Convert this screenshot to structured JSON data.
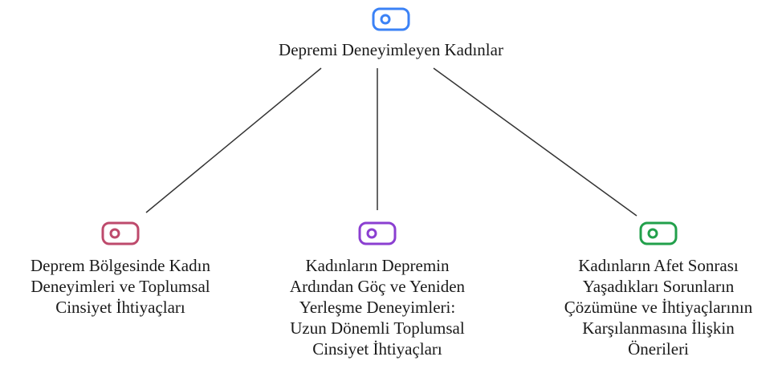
{
  "root": {
    "label": "Depremi Deneyimleyen Kadınlar",
    "icon": "toggle-tag-icon",
    "color": "#3b82f6"
  },
  "children": [
    {
      "label": "Deprem Bölgesinde Kadın\nDeneyimleri ve Toplumsal\nCinsiyet İhtiyaçları",
      "icon": "toggle-tag-icon",
      "color": "#be4a6c"
    },
    {
      "label": "Kadınların Depremin\nArdından Göç ve Yeniden\nYerleşme Deneyimleri:\nUzun Dönemli Toplumsal\nCinsiyet İhtiyaçları",
      "icon": "toggle-tag-icon",
      "color": "#8b3fd1"
    },
    {
      "label": "Kadınların Afet Sonrası\nYaşadıkları Sorunların\nÇözümüne ve İhtiyaçlarının\nKarşılanmasına İlişkin\nÖnerileri",
      "icon": "toggle-tag-icon",
      "color": "#22a04b"
    }
  ],
  "edge_color": "#333333"
}
